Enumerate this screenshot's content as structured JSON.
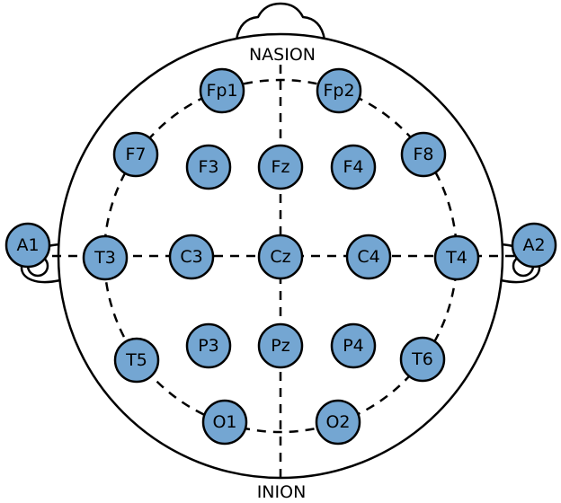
{
  "landmarks": {
    "nasion": "NASION",
    "inion": "INION"
  },
  "colors": {
    "electrode_fill": "#74a6d2",
    "outline": "#000000"
  },
  "electrodes": [
    {
      "label": "Fp1"
    },
    {
      "label": "Fp2"
    },
    {
      "label": "F7"
    },
    {
      "label": "F3"
    },
    {
      "label": "Fz"
    },
    {
      "label": "F4"
    },
    {
      "label": "F8"
    },
    {
      "label": "A1"
    },
    {
      "label": "T3"
    },
    {
      "label": "C3"
    },
    {
      "label": "Cz"
    },
    {
      "label": "C4"
    },
    {
      "label": "T4"
    },
    {
      "label": "A2"
    },
    {
      "label": "T5"
    },
    {
      "label": "P3"
    },
    {
      "label": "Pz"
    },
    {
      "label": "P4"
    },
    {
      "label": "T6"
    },
    {
      "label": "O1"
    },
    {
      "label": "O2"
    }
  ]
}
